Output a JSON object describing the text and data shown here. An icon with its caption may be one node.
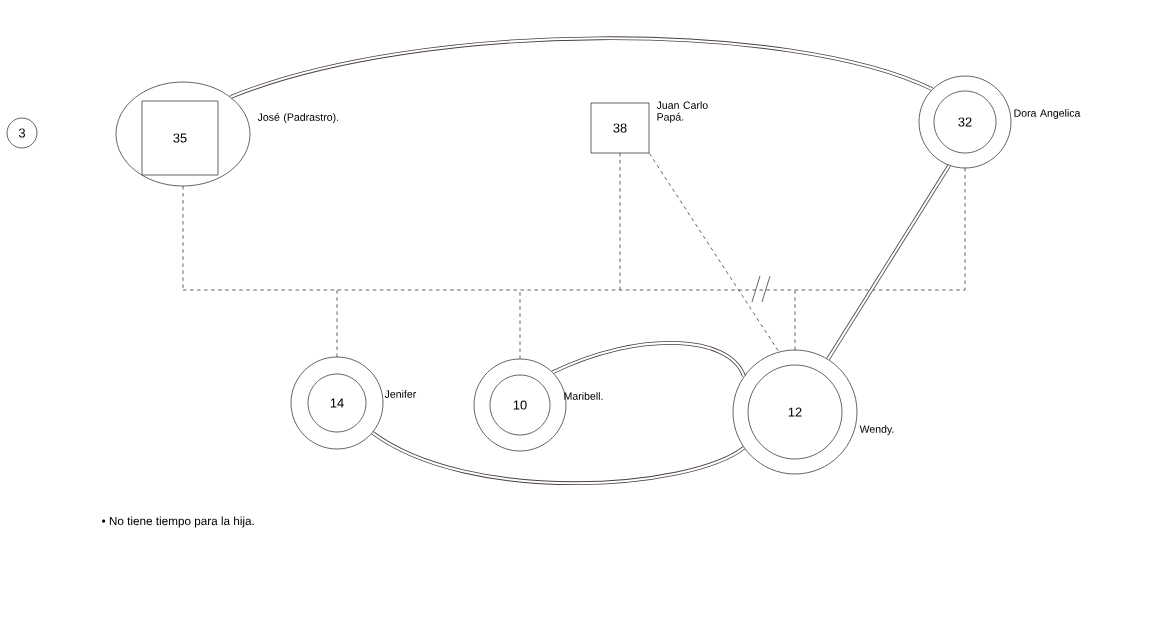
{
  "diagram": {
    "nodes": [
      {
        "text": [
          "3"
        ]
      },
      {
        "text": [],
        "shape": "circle"
      },
      {
        "text": [
          "35"
        ],
        "in": 1,
        "beside": [
          "José (Padrastro)."
        ]
      },
      {
        "text": [
          "38"
        ],
        "beside": [
          "Juan Carlo Papá."
        ]
      },
      {
        "text": [],
        "shape": "circle"
      },
      {
        "text": [
          "32"
        ],
        "in": 4,
        "beside": [
          "Dora Angelica"
        ]
      },
      {
        "text": [],
        "shape": "circle"
      },
      {
        "text": [
          "14"
        ],
        "in": 6,
        "beside": [
          "Jenifer"
        ]
      },
      {
        "text": [],
        "shape": "circle"
      },
      {
        "text": [
          "10"
        ],
        "in": 8,
        "beside": [
          "Maribell."
        ]
      },
      {
        "text": [],
        "shape": "circle"
      },
      {
        "text": [
          "12"
        ],
        "in": 10,
        "beside": [
          "Wendy."
        ]
      }
    ],
    "edges": [
      {
        "from": 1,
        "to": 4,
        "arrow": "none",
        "style": "thick"
      },
      {
        "from": 1,
        "to": 4,
        "arrow": "none",
        "style": "dashed"
      },
      {
        "from": 1,
        "to": 6,
        "arrow": "none",
        "style": "dashed"
      },
      {
        "from": 1,
        "to": 8,
        "arrow": "none",
        "style": "dashed"
      },
      {
        "from": 4,
        "to": 10,
        "arrow": "none",
        "style": "dashed"
      },
      {
        "from": 3,
        "to": 10,
        "arrow": "none",
        "style": "dashed"
      },
      {
        "from": 3,
        "to": 10,
        "arrow": "none",
        "style": "dashed"
      },
      {
        "from": 4,
        "to": 10,
        "arrow": "none",
        "style": "thick"
      },
      {
        "from": 8,
        "to": 10,
        "arrow": "none",
        "style": "thick"
      },
      {
        "from": 6,
        "to": 10,
        "arrow": "none",
        "style": "thick"
      }
    ],
    "labels": [
      "• No tiene tiempo para la hija."
    ]
  }
}
